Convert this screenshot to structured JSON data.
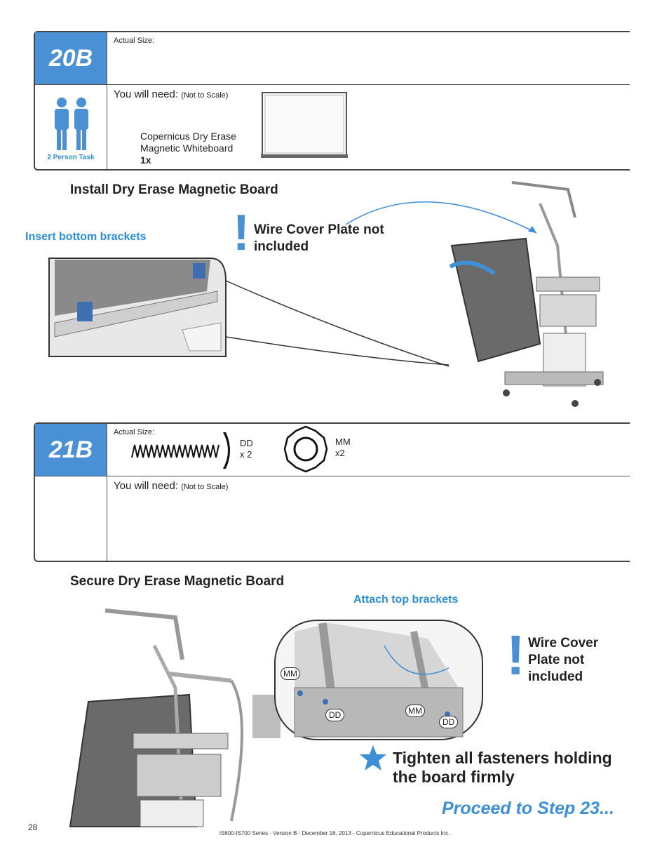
{
  "step20b": {
    "number": "20B",
    "actual_size_label": "Actual Size:",
    "you_will_need_label": "You will need:",
    "not_to_scale": "(Not to Scale)",
    "person_task": "2 Person Task",
    "item_name_line1": "Copernicus Dry Erase",
    "item_name_line2": "Magnetic Whiteboard",
    "item_qty": "1x"
  },
  "section1": {
    "heading": "Install Dry Erase Magnetic Board",
    "sub_label": "Insert bottom brackets",
    "warning_line1": "Wire Cover Plate not",
    "warning_line2": "included"
  },
  "step21b": {
    "number": "21B",
    "actual_size_label": "Actual Size:",
    "part1_code": "DD",
    "part1_qty": "x 2",
    "part2_code": "MM",
    "part2_qty": "x2",
    "you_will_need_label": "You will need:",
    "not_to_scale": "(Not to Scale)"
  },
  "section2": {
    "heading": "Secure Dry Erase Magnetic Board",
    "sub_label": "Attach top brackets",
    "warning_line1": "Wire Cover",
    "warning_line2": "Plate not",
    "warning_line3": "included",
    "callout_mm": "MM",
    "callout_dd": "DD",
    "tighten_line1": "Tighten all fasteners holding",
    "tighten_line2": "the board firmly",
    "proceed": "Proceed to Step 23..."
  },
  "footer": {
    "page_number": "28",
    "text": "IS600-IS700 Series - Version B - December 16, 2013 - Copernicus Educational Products Inc."
  },
  "colors": {
    "accent": "#4a90d4",
    "sub_blue": "#2a8fd6"
  }
}
